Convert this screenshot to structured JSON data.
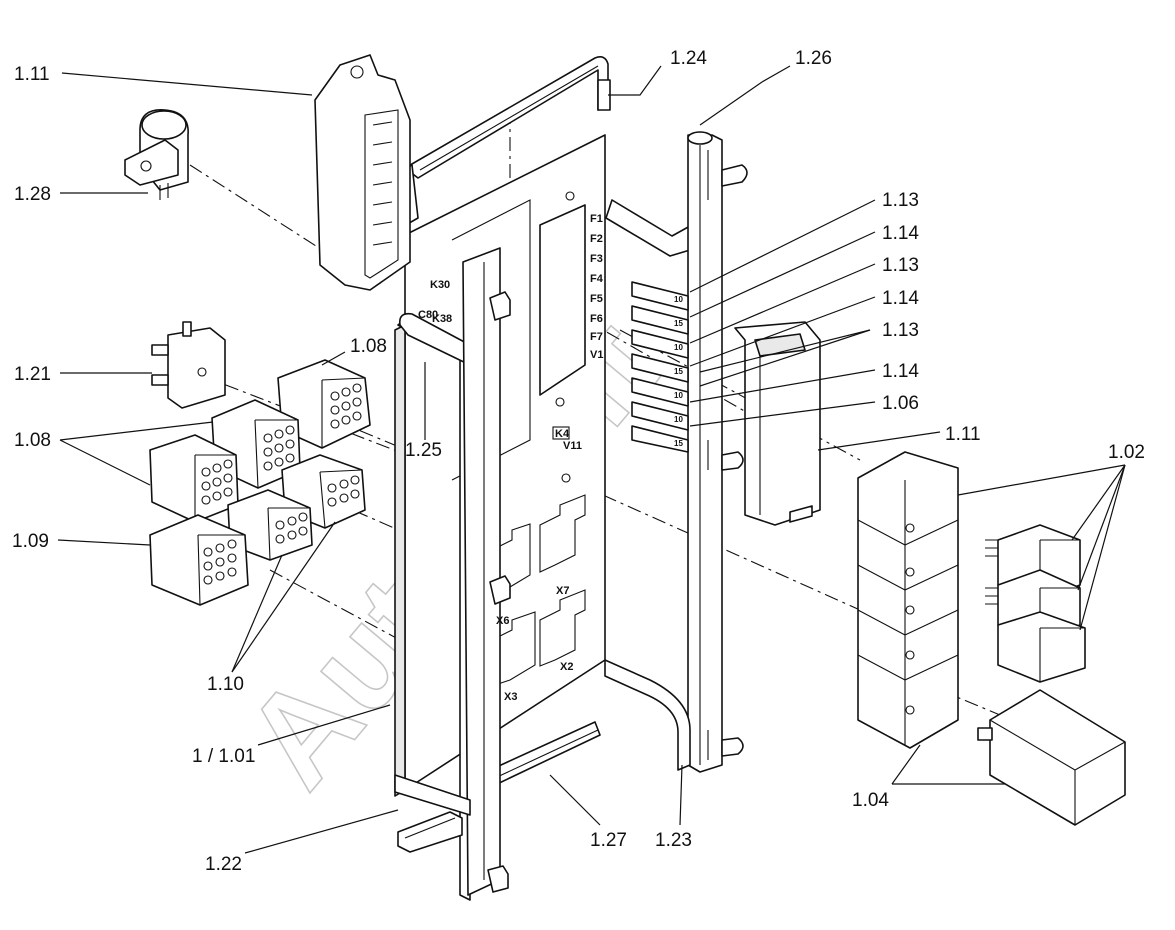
{
  "callouts": {
    "c_1_11_top": "1.11",
    "c_1_28": "1.28",
    "c_1_24": "1.24",
    "c_1_26": "1.26",
    "c_1_13_a": "1.13",
    "c_1_14_a": "1.14",
    "c_1_13_b": "1.13",
    "c_1_14_b": "1.14",
    "c_1_13_c": "1.13",
    "c_1_14_c": "1.14",
    "c_1_06": "1.06",
    "c_1_11_right": "1.11",
    "c_1_02": "1.02",
    "c_1_21": "1.21",
    "c_1_08_top": "1.08",
    "c_1_08_left": "1.08",
    "c_1_25": "1.25",
    "c_1_09": "1.09",
    "c_1_10": "1.10",
    "c_1_01": "1 / 1.01",
    "c_1_22": "1.22",
    "c_1_27": "1.27",
    "c_1_23": "1.23",
    "c_1_04": "1.04"
  },
  "panel_marks": {
    "f1": "F1",
    "f2": "F2",
    "f3": "F3",
    "f4": "F4",
    "f5": "F5",
    "f6": "F6",
    "f7": "F7",
    "v1": "V1",
    "k30": "K30",
    "c80": "C80",
    "k38": "K38",
    "k4": "K4",
    "v11": "V11",
    "x7": "X7",
    "x6": "X6",
    "x3": "X3",
    "x2": "X2"
  },
  "fuse_ratings": [
    "10",
    "15",
    "10",
    "15",
    "10",
    "10",
    "15"
  ],
  "watermark": "AutoSoft"
}
